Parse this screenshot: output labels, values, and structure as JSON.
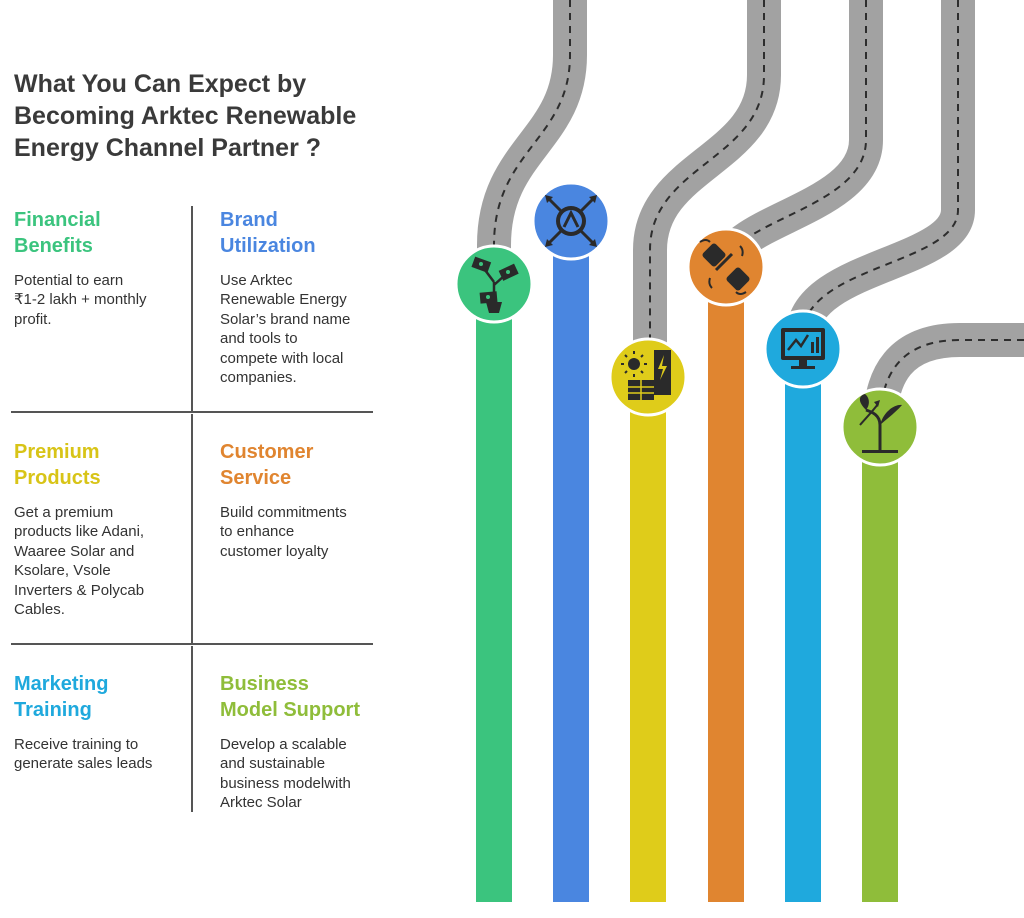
{
  "title": "What You Can Expect by\nBecoming Arktec Renewable\nEnergy Channel Partner ?",
  "benefits": [
    {
      "heading": "Financial\nBenefits",
      "text": "Potential to earn\n₹1-2 lakh + monthly\nprofit.",
      "color": "#3bc47e",
      "icon": "money-plant-icon"
    },
    {
      "heading": "Brand\nUtilization",
      "text": "Use Arktec\nRenewable Energy\nSolar’s brand name\nand tools to\ncompete with local\ncompanies.",
      "color": "#4a86e0",
      "icon": "shield-swords-icon"
    },
    {
      "heading": "Premium\nProducts",
      "text": "Get a premium\nproducts like Adani,\nWaaree Solar and\nKsolare, Vsole\nInverters & Polycab\nCables.",
      "color": "#dfcc1a",
      "icon": "solar-panel-icon"
    },
    {
      "heading": "Customer\nService",
      "text": "Build commitments\nto enhance\ncustomer loyalty",
      "color": "#e08530",
      "icon": "handshake-icon"
    },
    {
      "heading": "Marketing\nTraining",
      "text": "Receive training to\ngenerate sales leads",
      "color": "#1fa9dd",
      "icon": "monitor-chart-icon"
    },
    {
      "heading": "Business\nModel Support",
      "text": "Develop a scalable\nand sustainable\nbusiness modelwith\nArktec Solar",
      "color": "#8fbd3a",
      "icon": "growing-plant-icon"
    }
  ]
}
